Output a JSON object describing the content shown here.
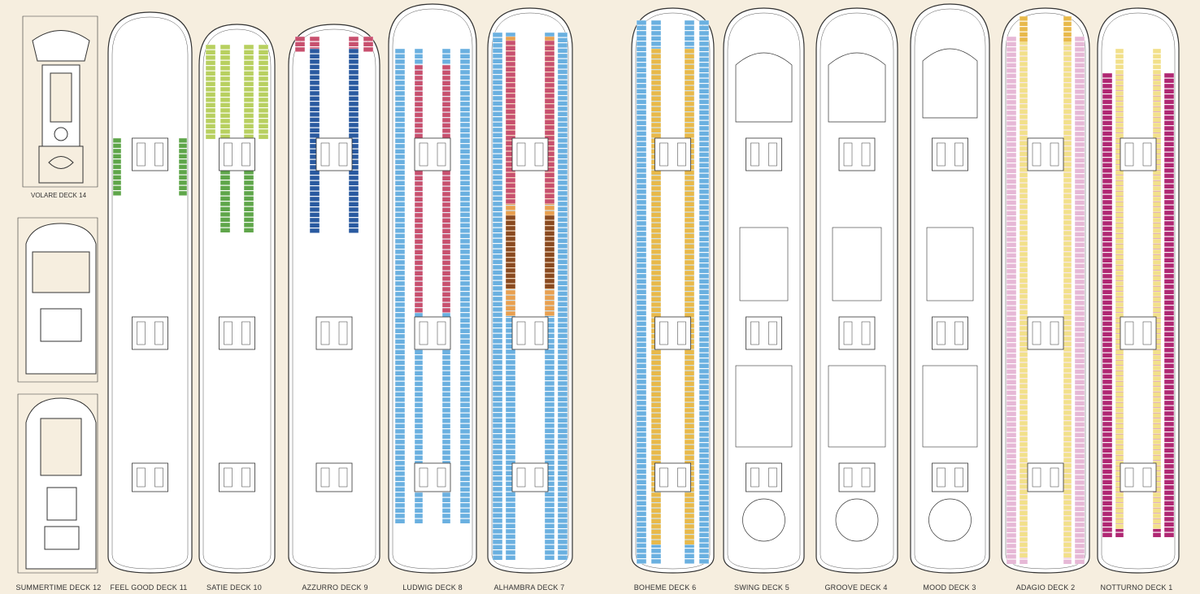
{
  "decks": [
    {
      "key": "d14",
      "label": "VOLARE DECK 14",
      "color": "#ffffff"
    },
    {
      "key": "d12",
      "label": "SUMMERTIME DECK 12",
      "color": "#ffffff"
    },
    {
      "key": "d11",
      "label": "FEEL GOOD DECK 11",
      "color": "#5fa64a"
    },
    {
      "key": "d10",
      "label": "SATIE DECK 10",
      "color": "#a9c94a"
    },
    {
      "key": "d9",
      "label": "AZZURRO DECK 9",
      "color": "#2a5aa0"
    },
    {
      "key": "d8",
      "label": "LUDWIG DECK 8",
      "color": "#5aa3d8"
    },
    {
      "key": "d7",
      "label": "ALHAMBRA DECK 7",
      "color": "#e0a060"
    },
    {
      "key": "d6",
      "label": "BOHEME DECK 6",
      "color": "#e8b94a"
    },
    {
      "key": "d5",
      "label": "SWING DECK 5",
      "color": "#ffffff"
    },
    {
      "key": "d4",
      "label": "GROOVE DECK 4",
      "color": "#ffffff"
    },
    {
      "key": "d3",
      "label": "MOOD DECK 3",
      "color": "#ffffff"
    },
    {
      "key": "d2",
      "label": "ADAGIO DECK 2",
      "color": "#e6b8d6"
    },
    {
      "key": "d1",
      "label": "NOTTURNO DECK 1",
      "color": "#b02873"
    }
  ],
  "colors": {
    "background": "#f6eedf",
    "outline": "#333333",
    "cabin_red": "#c8506e",
    "cabin_blue": "#2a5aa0",
    "cabin_lightblue": "#6ab0e0",
    "cabin_green": "#5fa64a",
    "cabin_lime": "#b8d060",
    "cabin_orange": "#e8a050",
    "cabin_brown": "#8a4a20",
    "cabin_gold": "#e8b94a",
    "cabin_pink": "#e6b8d6",
    "cabin_magenta": "#b02873",
    "cabin_yellow": "#f2e08a"
  }
}
